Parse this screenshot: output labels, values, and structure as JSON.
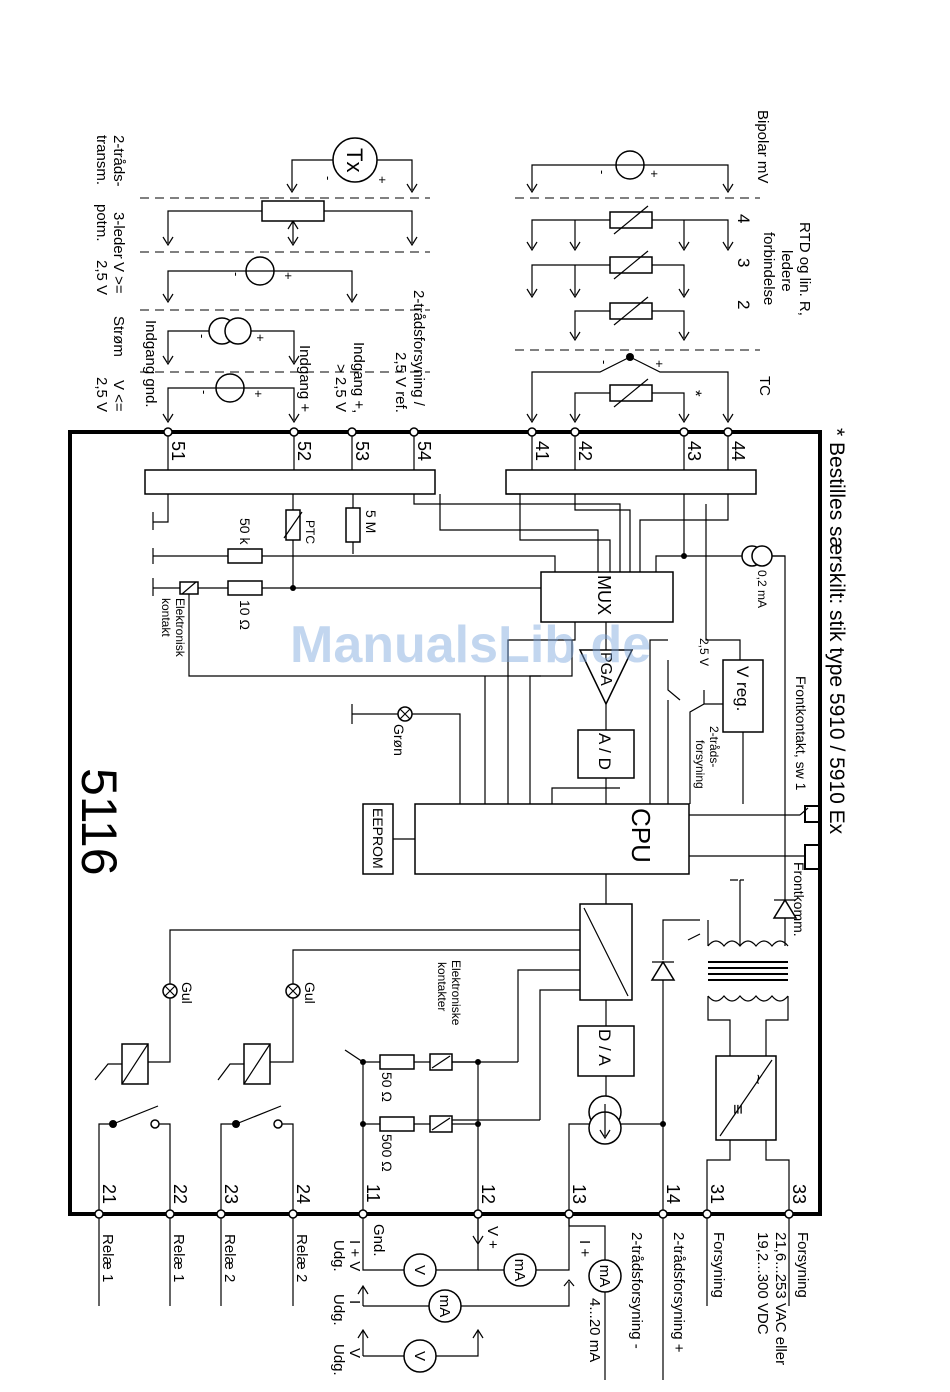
{
  "watermark": "ManualsLib.de",
  "device_number": "5116",
  "note": "* Bestilles særskilt: stik type 5910 / 5910 Ex",
  "blocks": {
    "cpu": "CPU",
    "eeprom": "EEPROM",
    "mux": "MUX",
    "pga": "PGA",
    "ad": "A / D",
    "da": "D / A",
    "vreg": "V reg."
  },
  "internal_labels": {
    "ptc": "PTC",
    "r_5m": "5 M",
    "r_50k": "50 k",
    "r_10ohm": "10 Ω",
    "elektronisk_kontakt": [
      "Elektronisk",
      "kontakt"
    ],
    "elektroniske_kontakter": [
      "Elektroniske",
      "kontakter"
    ],
    "groen": "Grøn",
    "gul_1": "Gul",
    "gul_2": "Gul",
    "r_50ohm": "50 Ω",
    "r_500ohm": "500 Ω",
    "i_02ma": "0,2 mA",
    "v_25": "2,5 V",
    "traadsforsyning_int": [
      "2-tråds-",
      "forsyning"
    ],
    "frontkontakt": "Frontkontakt, sw 1",
    "frontkomm": "Frontkomm."
  },
  "input_labels": {
    "bipolar_mv": "Bipolar mV",
    "rtd": [
      "RTD og lin. R,",
      "ledere",
      "forbindelse"
    ],
    "rtd_wires": [
      "4",
      "3",
      "2"
    ],
    "tc": "TC",
    "star": "*",
    "two_wire_transm": [
      "2-tråds-",
      "transm."
    ],
    "three_wire_potm": [
      "3-leder",
      "potm."
    ],
    "v_ge_25": [
      "V >=",
      "2,5 V"
    ],
    "stroem": "Strøm",
    "v_le_25": [
      "V <=",
      "2,5 V"
    ],
    "indgang_gnd": "Indgang gnd.",
    "indgang_plus": "Indgang +",
    "indgang_plus_gt25": [
      "Indgang +,",
      "> 2,5 V"
    ],
    "traadsforsyning_ref": [
      "2-trådsforsyning /",
      "2,5 V ref."
    ],
    "tx": "Tx"
  },
  "terminals_input": [
    "51",
    "52",
    "53",
    "54",
    "41",
    "42",
    "43",
    "44"
  ],
  "terminals_output": [
    "21",
    "22",
    "23",
    "24",
    "11",
    "12",
    "13",
    "14",
    "31",
    "33"
  ],
  "output_labels": {
    "relae_1a": "Relæ 1",
    "relae_1b": "Relæ 1",
    "relae_2a": "Relæ 2",
    "relae_2b": "Relæ 2",
    "gnd": "Gnd.",
    "udg_iv": [
      "I + V",
      "Udg."
    ],
    "udg_i": [
      "I",
      "Udg."
    ],
    "udg_v": [
      "V",
      "Udg."
    ],
    "v_plus": "V +",
    "i_plus": "I +",
    "traadsforsyning_minus": "2-trådsforsyning -",
    "ma_range": "4...20 mA",
    "traadsforsyning_plus": "2-trådsforsyning +",
    "forsyning_31": "Forsyning",
    "forsyning_33": "Forsyning",
    "supply_spec": [
      "21,6...253 VAC eller",
      "19,2...300 VDC"
    ]
  },
  "meter_symbols": {
    "volt": "V",
    "milliamp": "mA"
  },
  "polarity": {
    "plus": "+",
    "minus": "-"
  }
}
